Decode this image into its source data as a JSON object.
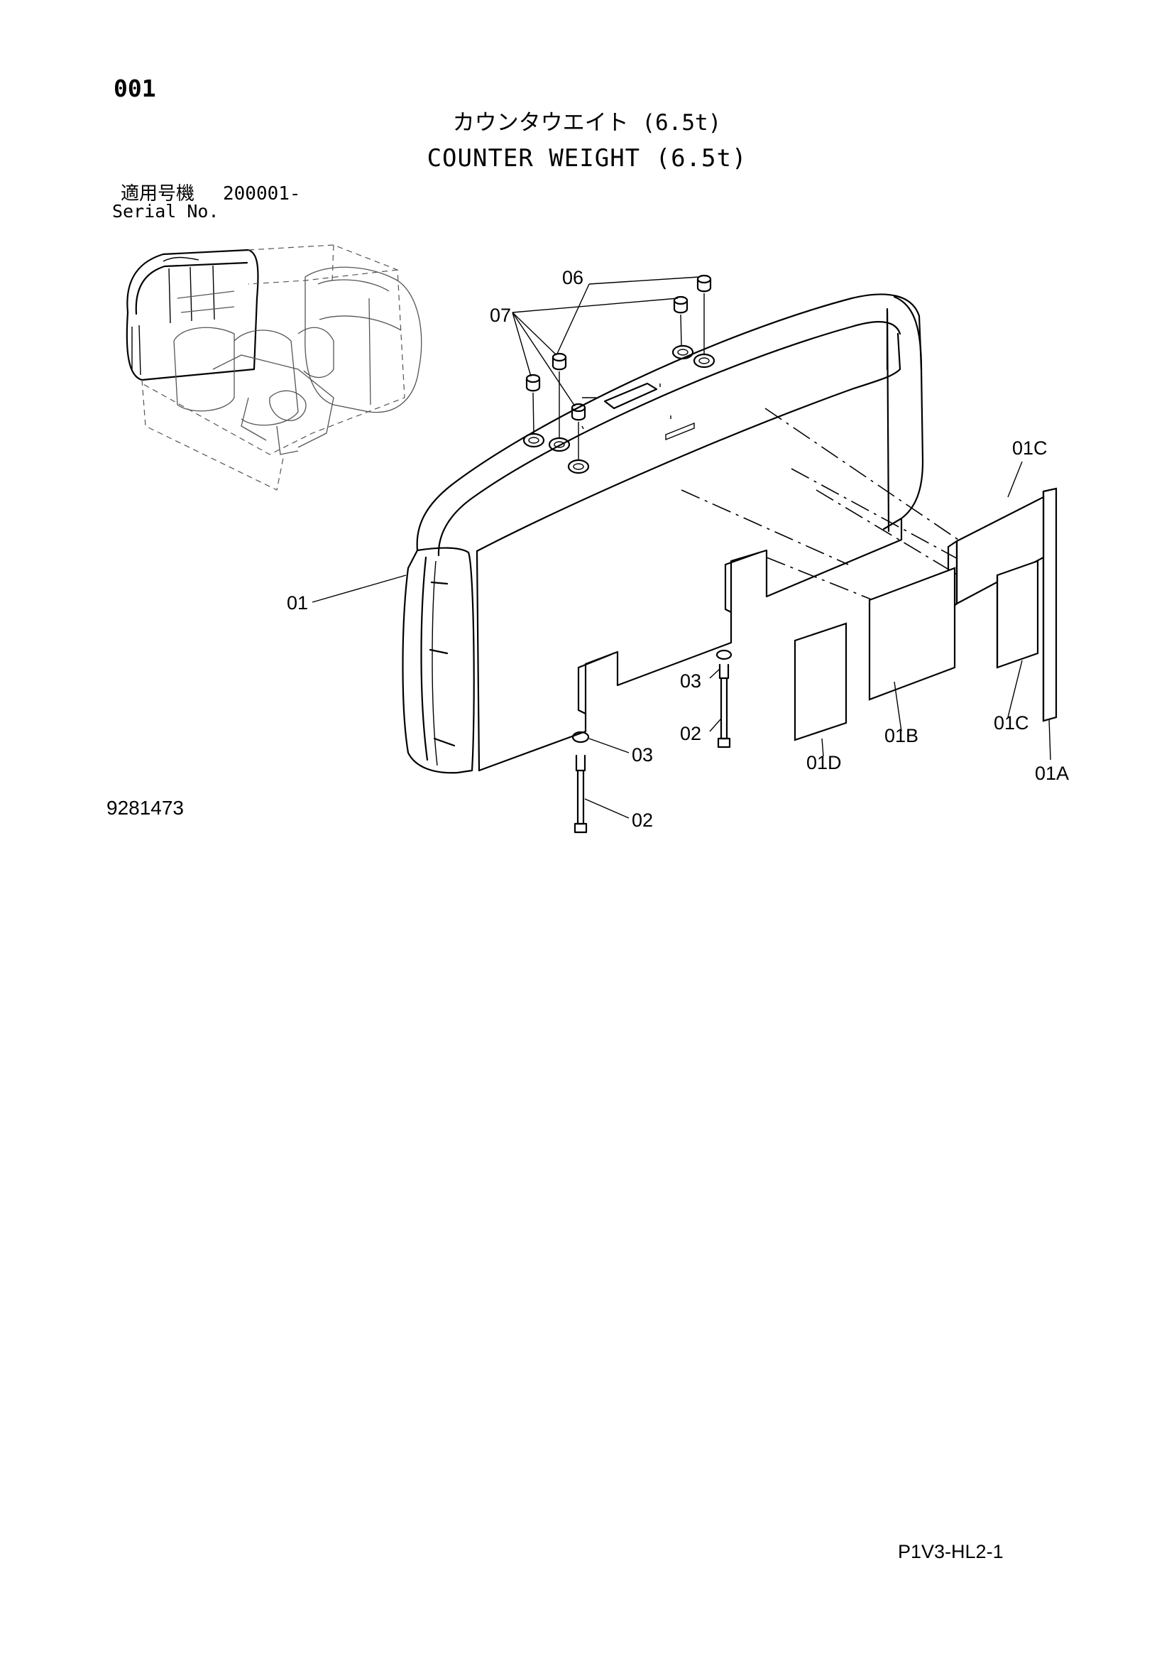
{
  "header": {
    "page_number": "001",
    "title_ja": "カウンタウエイト (6.5t)",
    "title_en": "COUNTER WEIGHT (6.5t)",
    "serial_label_ja": "適用号機",
    "serial_range": "200001-",
    "serial_label_en": "Serial No."
  },
  "callouts": {
    "c06": "06",
    "c07": "07",
    "c01": "01",
    "c01c_top": "01C",
    "c03_right": "03",
    "c02_right": "02",
    "c03_left": "03",
    "c02_left": "02",
    "c01d": "01D",
    "c01b": "01B",
    "c01c_bottom": "01C",
    "c01a": "01A"
  },
  "footer": {
    "drawing_number": "9281473",
    "page_code": "P1V3-HL2-1"
  }
}
